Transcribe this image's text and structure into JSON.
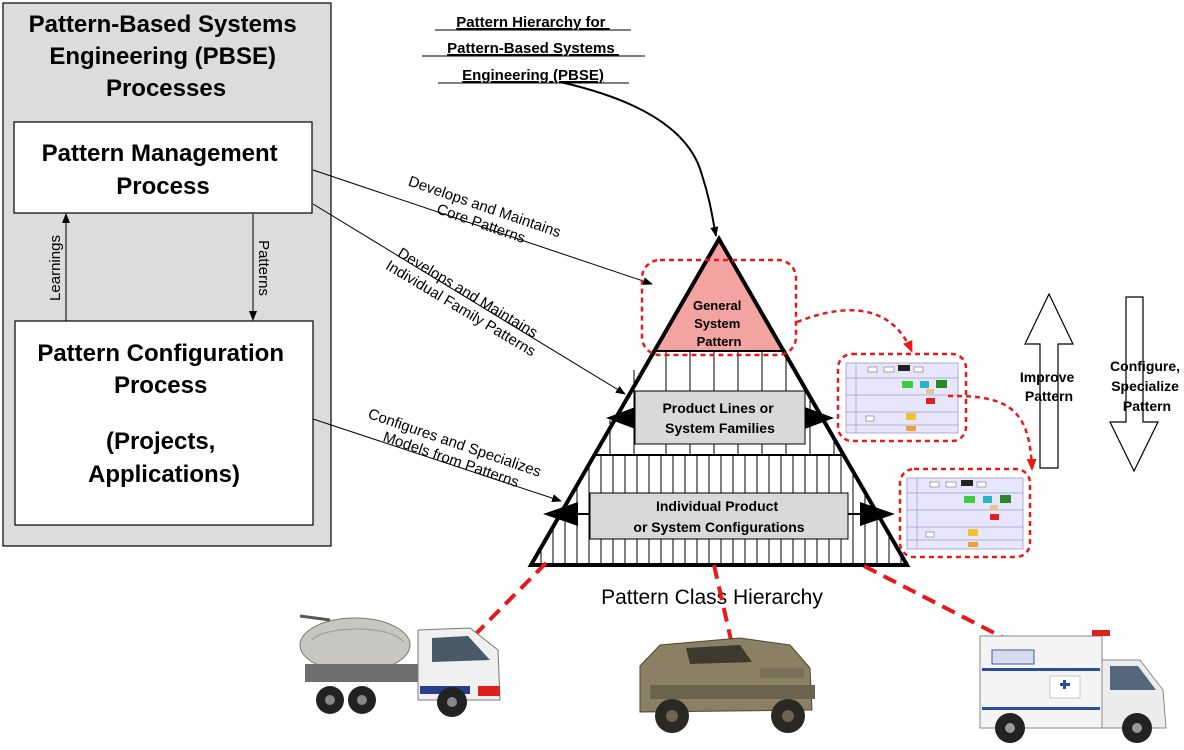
{
  "pbse_box": {
    "title_lines": [
      "Pattern-Based Systems",
      "Engineering (PBSE)",
      "Processes"
    ],
    "management_lines": [
      "Pattern Management",
      "Process"
    ],
    "configuration_lines": [
      "Pattern Configuration",
      "Process",
      "",
      "(Projects,",
      "Applications)"
    ],
    "learnings_label": "Learnings",
    "patterns_label": "Patterns"
  },
  "hierarchy_title_lines": [
    "Pattern Hierarchy for",
    "Pattern-Based Systems",
    "Engineering (PBSE)"
  ],
  "arrow_labels": {
    "core": [
      "Develops and Maintains",
      "Core Patterns"
    ],
    "family": [
      "Develops and Maintains",
      "Individual Family Patterns"
    ],
    "configure": [
      "Configures and Specializes",
      "Models from Patterns"
    ]
  },
  "pyramid": {
    "general_lines": [
      "General",
      "System",
      "Pattern"
    ],
    "product_lines": [
      "Product Lines or",
      "System Families"
    ],
    "individual_lines": [
      "Individual Product",
      "or System Configurations"
    ],
    "caption": "Pattern Class Hierarchy"
  },
  "side_arrows": {
    "improve_lines": [
      "Improve",
      "Pattern"
    ],
    "configure_lines": [
      "Configure,",
      "Specialize",
      "Pattern"
    ]
  },
  "vehicles": [
    {
      "name": "cement-mixer-truck"
    },
    {
      "name": "armored-vehicle"
    },
    {
      "name": "ambulance"
    }
  ],
  "colors": {
    "panel_gray": "#dcdcdc",
    "general_fill": "#f4a3a3",
    "dashed_red": "#e8191b",
    "band_gray": "#d9d9d9",
    "thumb_fill": "#e8e6fb"
  }
}
